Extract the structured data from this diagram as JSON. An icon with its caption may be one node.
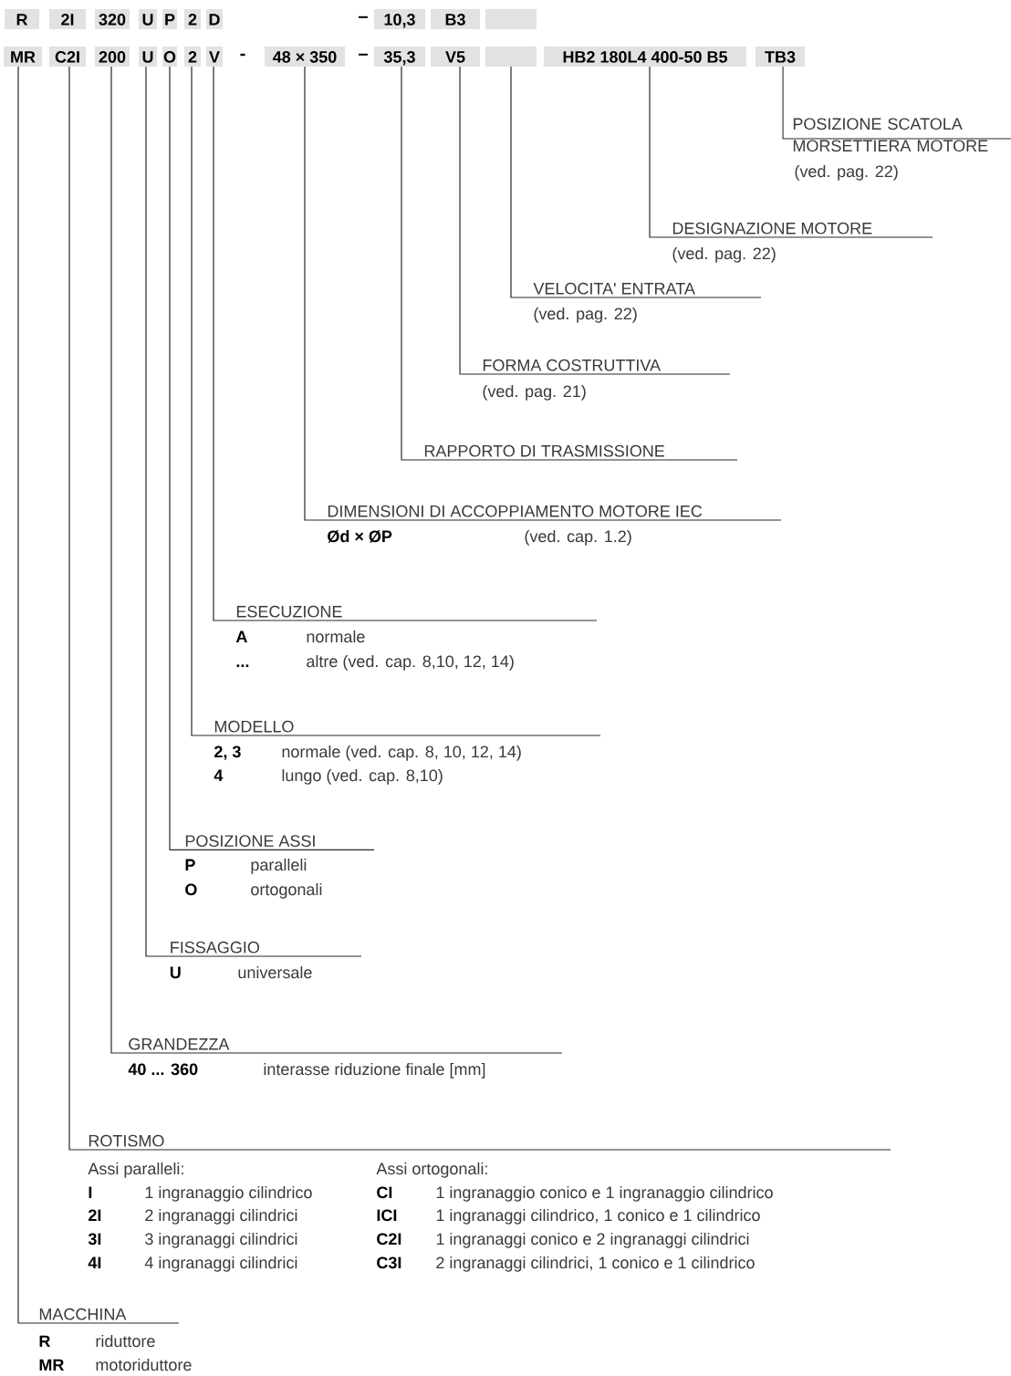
{
  "diagram": {
    "nodes": [
      {
        "text": [
          "R"
        ]
      },
      {
        "text": [
          "2I"
        ]
      },
      {
        "text": [
          "320"
        ]
      },
      {
        "text": [
          "U"
        ]
      },
      {
        "text": [
          "P"
        ]
      },
      {
        "text": [
          "2"
        ]
      },
      {
        "text": [
          "D"
        ]
      },
      {
        "text": [
          "10,3"
        ]
      },
      {
        "text": [
          "B3"
        ]
      },
      {
        "text": [],
        "shape": "box"
      },
      {
        "text": [
          "MR"
        ]
      },
      {
        "text": [
          "C2I"
        ]
      },
      {
        "text": [
          "200"
        ]
      },
      {
        "text": [
          "U"
        ]
      },
      {
        "text": [
          "O"
        ]
      },
      {
        "text": [
          "2"
        ]
      },
      {
        "text": [
          "V"
        ]
      },
      {
        "text": [
          "48 × 350"
        ]
      },
      {
        "text": [
          "35,3"
        ]
      },
      {
        "text": [
          "V5"
        ]
      },
      {
        "text": [],
        "shape": "box"
      },
      {
        "text": [
          "HB2 180L4 400-50 B5"
        ]
      },
      {
        "text": [
          "TB3"
        ]
      },
      {
        "text": [
          "POSIZIONE SCATOLA MORSETTIERA MOTORE",
          "(ved. pag. 22)"
        ]
      },
      {
        "text": [
          "DESIGNAZIONE MOTORE",
          "(ved. pag. 22)"
        ]
      },
      {
        "text": [
          "VELOCITA' ENTRATA",
          "(ved. pag. 22)"
        ]
      },
      {
        "text": [
          "FORMA COSTRUTTIVA",
          "(ved. pag. 21)"
        ]
      },
      {
        "text": [
          "RAPPORTO DI TRASMISSIONE"
        ]
      },
      {
        "text": [
          "DIMENSIONI DI ACCOPPIAMENTO MOTORE IEC",
          "Ød × ØP",
          "(ved. cap. 1.2)"
        ]
      },
      {
        "text": [
          "ESECUZIONE",
          "A",
          "normale",
          "...",
          "altre (ved. cap. 8,10, 12, 14)"
        ]
      },
      {
        "text": [
          "MODELLO",
          "2, 3",
          "normale (ved. cap. 8, 10, 12, 14)",
          "4",
          "lungo (ved. cap. 8,10)"
        ]
      },
      {
        "text": [
          "POSIZIONE ASSI",
          "P",
          "paralleli",
          "O",
          "ortogonali"
        ]
      },
      {
        "text": [
          "FISSAGGIO",
          "U",
          "universale"
        ]
      },
      {
        "text": [
          "GRANDEZZA",
          "40 ... 360",
          "interasse riduzione finale [mm]"
        ]
      },
      {
        "text": [
          "ROTISMO",
          "Assi paralleli:",
          "Assi ortogonali:",
          "I",
          "1 ingranaggio cilindrico",
          "CI",
          "1 ingranaggio conico e 1 ingranaggio cilindrico",
          "2I",
          "2 ingranaggi cilindrici",
          "ICI",
          "1 ingranaggi cilindrico, 1 conico e 1 cilindrico",
          "3I",
          "3 ingranaggi cilindrici",
          "C2I",
          "1 ingranaggi conico e 2 ingranaggi cilindrici",
          "4I",
          "4 ingranaggi cilindrici",
          "C3I",
          "2 ingranaggi cilindrici, 1 conico e 1 cilindrico"
        ]
      },
      {
        "text": [
          "MACCHINA",
          "R",
          "riduttore",
          "MR",
          "motoriduttore"
        ]
      }
    ],
    "edges": [
      {
        "from": 23,
        "to": 22,
        "arrow": "none"
      },
      {
        "from": 24,
        "to": 21,
        "arrow": "none"
      },
      {
        "from": 25,
        "to": 20,
        "arrow": "none"
      },
      {
        "from": 26,
        "to": 19,
        "arrow": "none"
      },
      {
        "from": 27,
        "to": 18,
        "arrow": "none"
      },
      {
        "from": 28,
        "to": 17,
        "arrow": "none"
      },
      {
        "from": 29,
        "to": 16,
        "arrow": "none"
      },
      {
        "from": 30,
        "to": 15,
        "arrow": "none"
      },
      {
        "from": 31,
        "to": 14,
        "arrow": "none"
      },
      {
        "from": 32,
        "to": 13,
        "arrow": "none"
      },
      {
        "from": 33,
        "to": 12,
        "arrow": "none"
      },
      {
        "from": 34,
        "to": 11,
        "arrow": "none"
      },
      {
        "from": 35,
        "to": 10,
        "arrow": "none"
      }
    ],
    "labels": [
      "–",
      "-",
      "–"
    ]
  }
}
